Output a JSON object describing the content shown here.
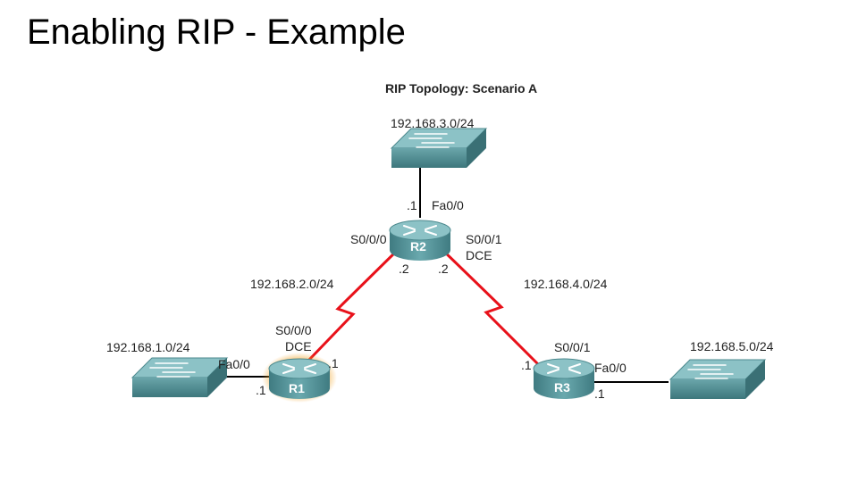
{
  "slide": {
    "title": "Enabling RIP - Example"
  },
  "diagram": {
    "title": "RIP Topology: Scenario A",
    "networks": {
      "top_lan": "192.168.3.0/24",
      "left_lan": "192.168.1.0/24",
      "right_lan": "192.168.5.0/24",
      "r1_r2_link": "192.168.2.0/24",
      "r2_r3_link": "192.168.4.0/24"
    },
    "routers": {
      "r1": {
        "name": "R1",
        "s000": "S0/0/0",
        "dce": "DCE",
        "fa00": "Fa0/0",
        "serial_host": ".1",
        "lan_host": ".1",
        "highlighted": true
      },
      "r2": {
        "name": "R2",
        "fa00": "Fa0/0",
        "lan_host": ".1",
        "s000": "S0/0/0",
        "s001": "S0/0/1",
        "dce": "DCE",
        "left_host": ".2",
        "right_host": ".2"
      },
      "r3": {
        "name": "R3",
        "s001": "S0/0/1",
        "fa00": "Fa0/0",
        "serial_host": ".1",
        "lan_host": ".1"
      }
    },
    "colors": {
      "device_teal": "#5e9ea3",
      "serial_link": "#e8111a",
      "lan_link": "#000000",
      "highlight": "#f0a020"
    }
  }
}
